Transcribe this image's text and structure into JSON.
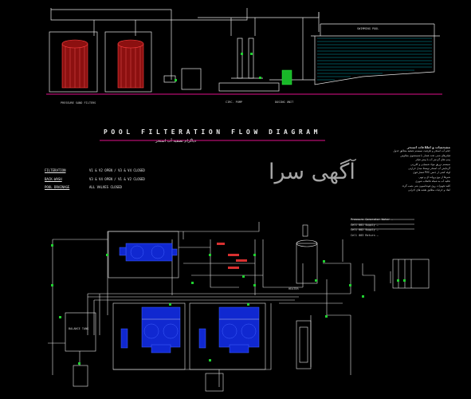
{
  "diagram": {
    "title": "POOL FILTERATION FLOW DIAGRAM",
    "subtitle": "دیاگرام تصفیه آب استخر",
    "watermark": "آگهی سرا",
    "legend": [
      {
        "key": "FILTERATION",
        "value": "V1 & V2  OPEN / V3 & V4  CLOSED"
      },
      {
        "key": "BACK-WASH",
        "value": "V3 & V4  OPEN / V1 & V2  CLOSED"
      },
      {
        "key": "POOL DRAINAGE",
        "value": "ALL VALVES CLOSED"
      }
    ],
    "labels": {
      "pressure_filters": "PRESSURE SAND FILTERS",
      "balance_tank": "BALANCE TANK",
      "dosing": "DOSING UNIT",
      "pump": "CIRC. PUMP",
      "heater": "HEATER",
      "pool": "SWIMMING POOL"
    },
    "notes_title": "مشخصات و اطلاعات استخر",
    "notes": [
      "حجم آب استخر و ظرفیت سیستم تصفیه مطابق جدول",
      "فیلترهای شنی تحت فشار با شستشوی معکوس",
      "پمپ های گردش آب با پیش فیلتر",
      "سیستم تزریق مواد شیمیایی و کلرزنی",
      "گرمایش آب استخر توسط مبدل حرارتی",
      "لوله کشی از جنس PVC فشار قوی",
      "شیرها از نوع پروانه ای و توپی",
      "تخلیه آب به شبکه فاضلاب شهری",
      "کلیه تجهیزات روی فونداسیون بتنی نصب گردد",
      "ابعاد و جزئیات مطابق نقشه های اجرایی"
    ],
    "table": [
      {
        "k": "Pressure Generator Water",
        "v": "—"
      },
      {
        "k": "Cell 001 Supply",
        "v": "—"
      },
      {
        "k": "Cell 002 Supply",
        "v": "—"
      },
      {
        "k": "Cell 003 Return",
        "v": "—"
      }
    ],
    "colors": {
      "pipe": "#e8e8e8",
      "filter_red": "#d83030",
      "pool_cyan": "#00c8d8",
      "equip_blue": "#2030e0",
      "valve_green": "#20d030",
      "floor_magenta": "#e0108a"
    }
  }
}
